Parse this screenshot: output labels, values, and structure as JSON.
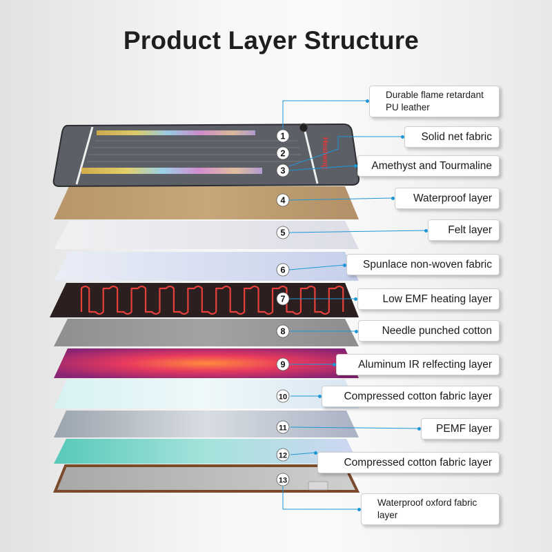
{
  "title": "Product Layer Structure",
  "brand_mark": "Hesheng",
  "layers": [
    {
      "number": "1",
      "label_lines": [
        "Durable flame retardant",
        "PU leather"
      ]
    },
    {
      "number": "2",
      "label_lines": [
        "Solid net fabric"
      ]
    },
    {
      "number": "3",
      "label_lines": [
        "Amethyst and Tourmaline"
      ]
    },
    {
      "number": "4",
      "label_lines": [
        "Waterproof layer"
      ]
    },
    {
      "number": "5",
      "label_lines": [
        "Felt layer"
      ]
    },
    {
      "number": "6",
      "label_lines": [
        "Spunlace non-woven fabric"
      ]
    },
    {
      "number": "7",
      "label_lines": [
        "Low EMF heating layer"
      ]
    },
    {
      "number": "8",
      "label_lines": [
        "Needle punched cotton"
      ]
    },
    {
      "number": "9",
      "label_lines": [
        "Aluminum IR relfecting layer"
      ]
    },
    {
      "number": "10",
      "label_lines": [
        "Compressed cotton fabric layer"
      ]
    },
    {
      "number": "11",
      "label_lines": [
        "PEMF layer"
      ]
    },
    {
      "number": "12",
      "label_lines": [
        "Compressed cotton fabric layer"
      ]
    },
    {
      "number": "13",
      "label_lines": [
        "Waterproof oxford fabric",
        "layer"
      ]
    }
  ],
  "colors": {
    "accent_line": "#1d96d6",
    "title": "#1e1e1e",
    "heating_wire": "#e8403a",
    "mat_top": "#5d5f66"
  }
}
